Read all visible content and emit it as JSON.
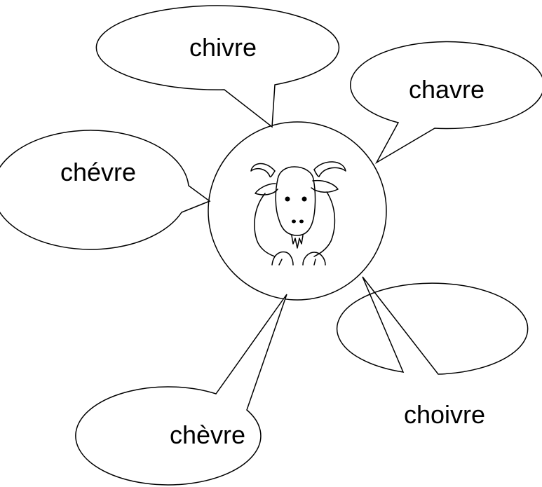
{
  "diagram": {
    "center": {
      "icon": "goat-icon"
    },
    "bubbles": [
      {
        "id": "chivre",
        "label": "chivre"
      },
      {
        "id": "chavre",
        "label": "chavre"
      },
      {
        "id": "chevre-acute",
        "label": "chévre"
      },
      {
        "id": "chevre-grave",
        "label": "chèvre"
      },
      {
        "id": "choivre",
        "label": "choivre"
      }
    ],
    "colors": {
      "stroke": "#000000",
      "fill": "#ffffff"
    }
  }
}
